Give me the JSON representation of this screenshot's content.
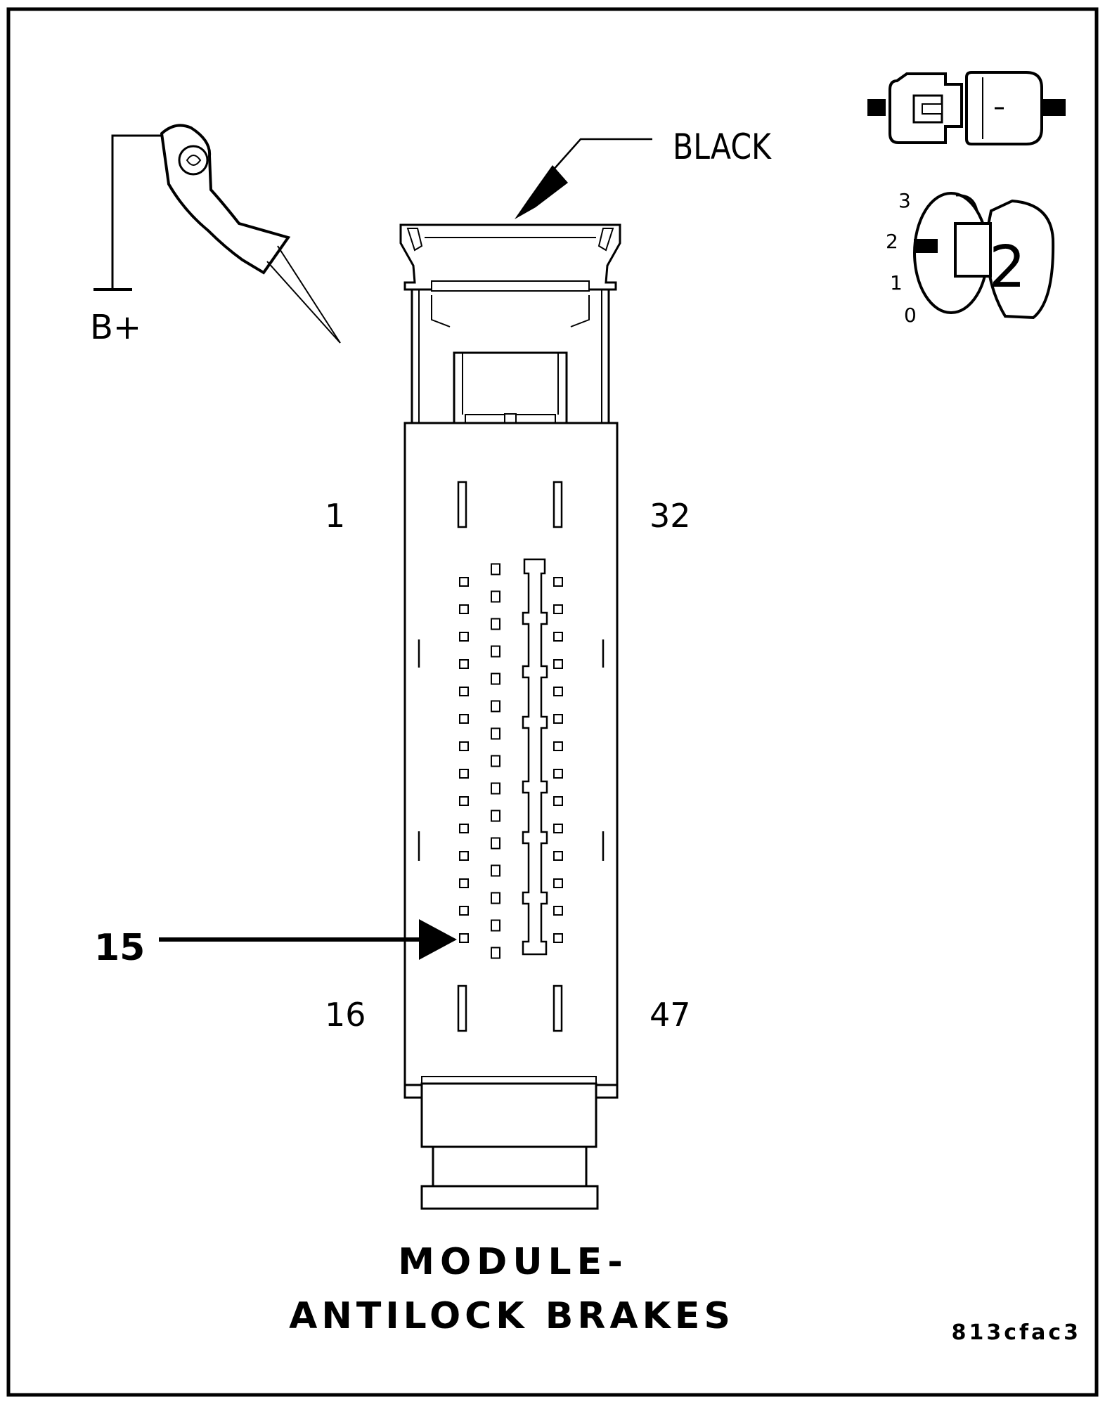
{
  "labels": {
    "supply": "B+",
    "wire_color": "BLACK",
    "pin_top_left": "1",
    "pin_top_right": "32",
    "pin_bottom_left": "16",
    "pin_bottom_right": "47",
    "callout_pin": "15",
    "title_line1": "MODULE-",
    "title_line2": "ANTILOCK BRAKES",
    "figure_code": "813cfac3"
  },
  "ignition": {
    "positions": [
      "3",
      "2",
      "1",
      "0"
    ],
    "key_number": "2"
  },
  "icons": {
    "probe": "test-probe-icon",
    "connector_pair": "connector-disconnect-icon",
    "ignition": "ignition-switch-icon"
  },
  "connector": {
    "pin_rows": 14,
    "pin_columns": 3,
    "highlighted_pin": 15
  }
}
